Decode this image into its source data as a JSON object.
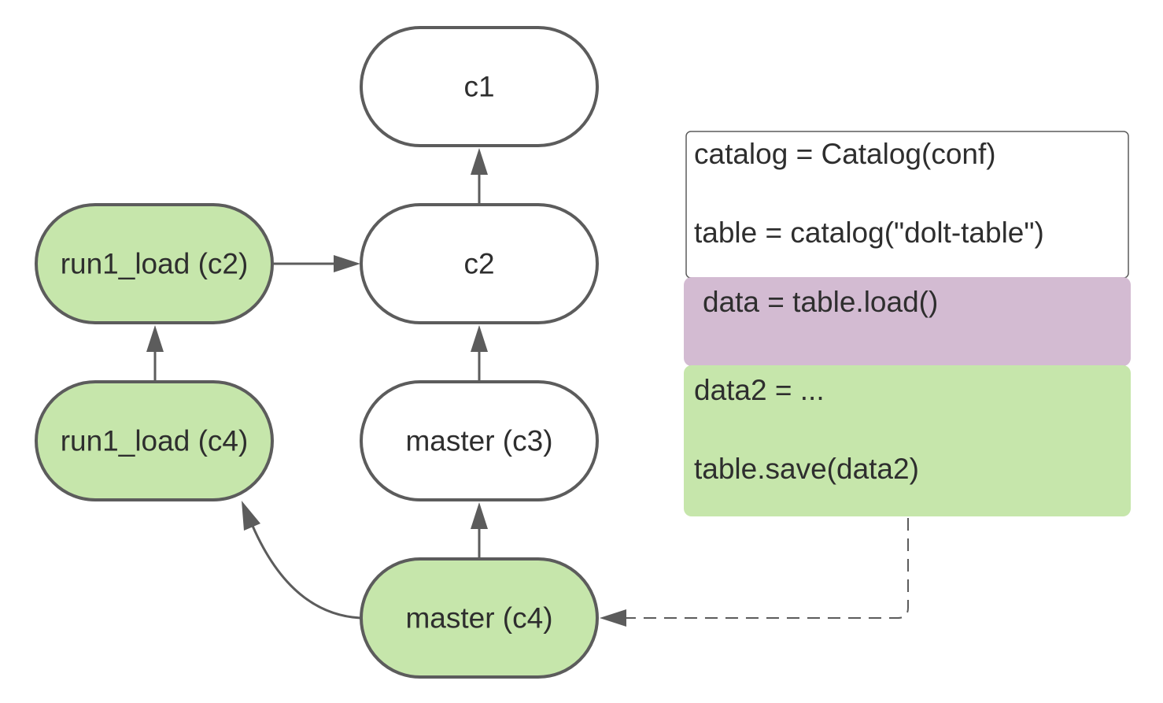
{
  "colors": {
    "node_border": "#5c5c5c",
    "node_white": "#ffffff",
    "node_green": "#c6e6ab",
    "code_purple": "#d3bbd2",
    "code_green": "#c6e6ab",
    "text": "#2e2e2e"
  },
  "nodes": {
    "c1": {
      "label": "c1",
      "fill": "white"
    },
    "c2": {
      "label": "c2",
      "fill": "white"
    },
    "master_c3": {
      "label": "master (c3)",
      "fill": "white"
    },
    "master_c4": {
      "label": "master (c4)",
      "fill": "green"
    },
    "run1_load_c2": {
      "label": "run1_load (c2)",
      "fill": "green"
    },
    "run1_load_c4": {
      "label": "run1_load (c4)",
      "fill": "green"
    }
  },
  "code": {
    "block1": {
      "line1": "catalog = Catalog(conf)",
      "line2": "table = catalog(\"dolt-table\")"
    },
    "block2": {
      "line1": "data = table.load()"
    },
    "block3": {
      "line1": "data2 = ...",
      "line2": "table.save(data2)"
    }
  },
  "edges": [
    {
      "from": "c2",
      "to": "c1"
    },
    {
      "from": "master_c3",
      "to": "c2"
    },
    {
      "from": "master_c4",
      "to": "master_c3"
    },
    {
      "from": "run1_load_c2",
      "to": "c2"
    },
    {
      "from": "run1_load_c4",
      "to": "run1_load_c2"
    },
    {
      "from": "master_c4",
      "to": "run1_load_c4"
    },
    {
      "from": "code_block3",
      "to": "master_c4",
      "style": "dashed"
    }
  ]
}
